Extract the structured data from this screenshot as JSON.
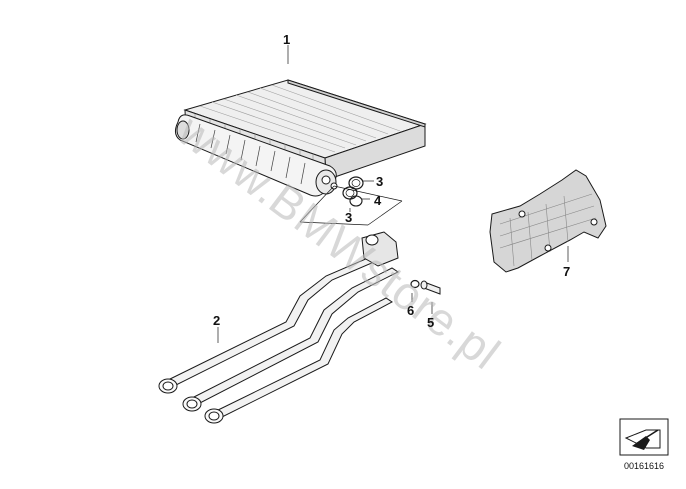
{
  "callouts": {
    "c1": "1",
    "c2": "2",
    "c3a": "3",
    "c3b": "3",
    "c4": "4",
    "c5": "5",
    "c6": "6",
    "c7": "7"
  },
  "watermark": "www.BMWstore.pl",
  "diagram_number": "00161616",
  "colors": {
    "line": "#1a1a1a",
    "fin": "#9a9a9a",
    "body": "#e8e8e8",
    "shade": "#c9c9c9"
  }
}
